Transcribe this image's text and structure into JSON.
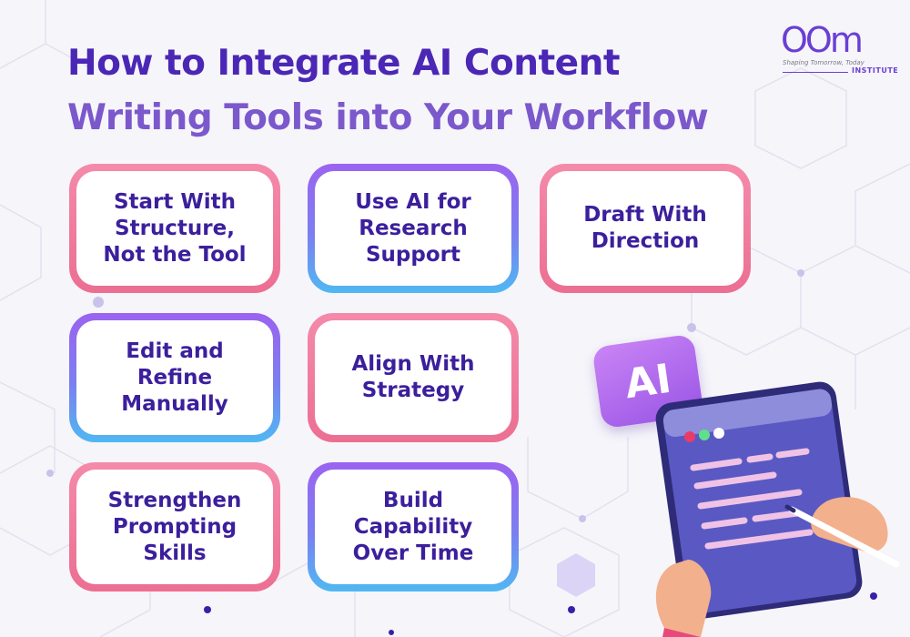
{
  "title": {
    "line1": "How to Integrate AI Content",
    "line2": "Writing Tools into Your Workflow"
  },
  "logo": {
    "mark": "OOm",
    "tagline": "Shaping Tomorrow, Today",
    "label": "INSTITUTE"
  },
  "cards": [
    {
      "text": "Start With\nStructure,\nNot the Tool",
      "style": "pink"
    },
    {
      "text": "Use AI for\nResearch\nSupport",
      "style": "violet"
    },
    {
      "text": "Draft With\nDirection",
      "style": "pink"
    },
    {
      "text": "Edit and\nRefine\nManually",
      "style": "violet"
    },
    {
      "text": "Align With\nStrategy",
      "style": "pink"
    },
    {
      "text": "Strengthen\nPrompting\nSkills",
      "style": "pink"
    },
    {
      "text": "Build\nCapability\nOver Time",
      "style": "violet"
    }
  ],
  "illustration": {
    "badge": "AI"
  },
  "colors": {
    "title_primary": "#4b27b5",
    "title_secondary": "#7b58cc",
    "card_pink": "#ec6f92",
    "card_violet": "#8a6cf0",
    "card_text": "#3c1f9c"
  }
}
